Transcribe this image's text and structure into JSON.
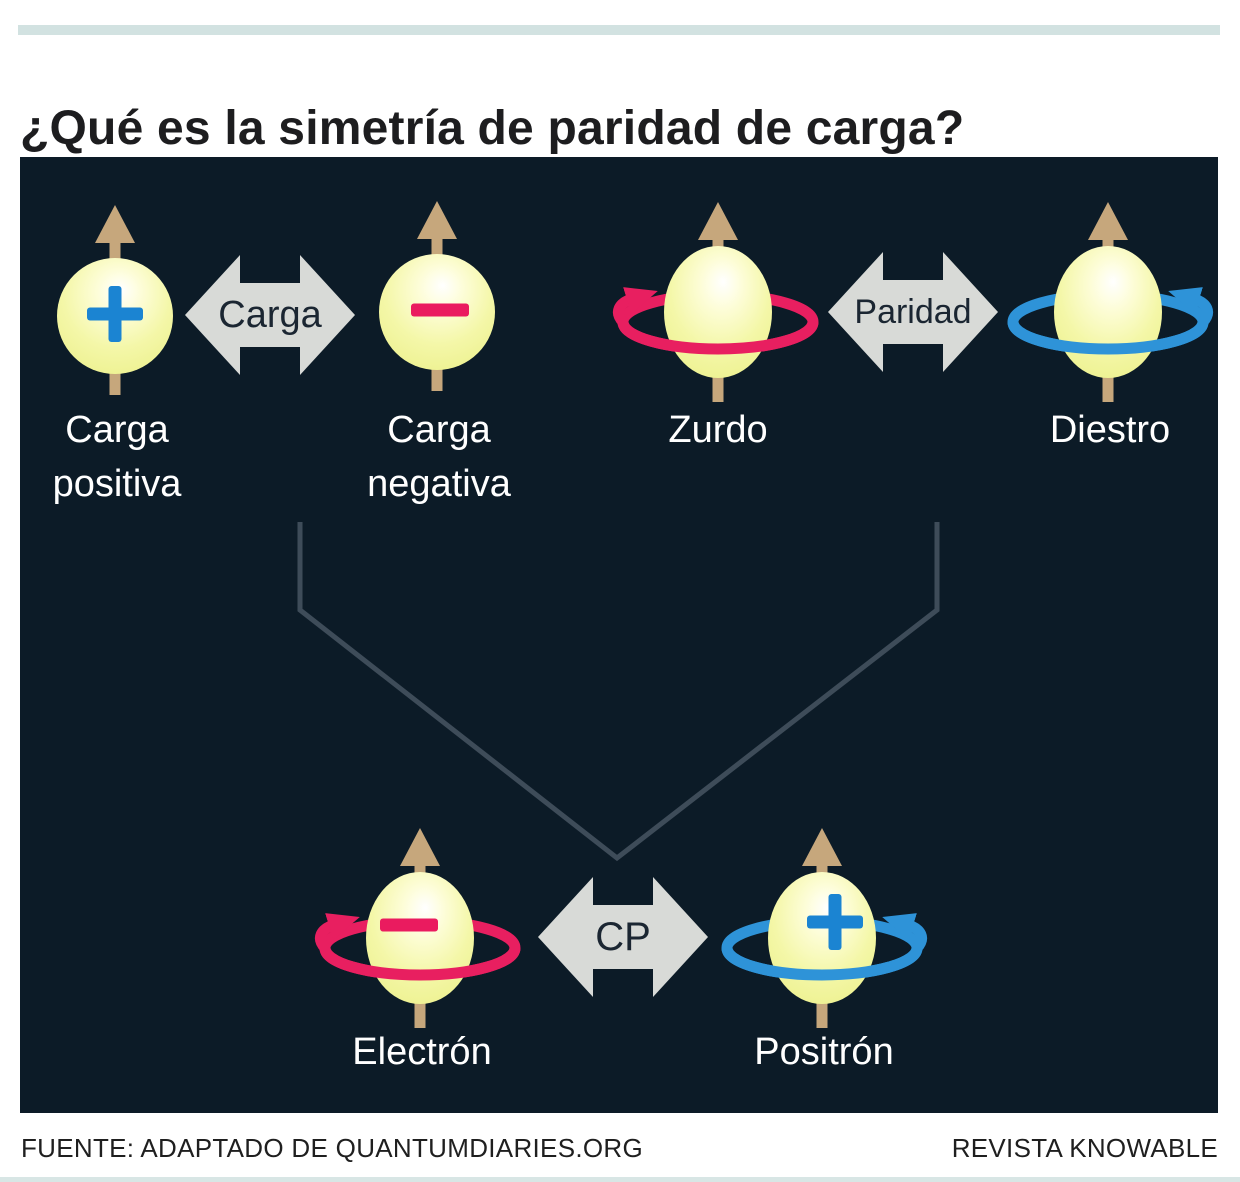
{
  "header": {
    "accent_bar_color": "#d2e2e1",
    "title": "¿Qué es la simetría de paridad de carga?"
  },
  "diagram": {
    "background_color": "#0c1b27",
    "colors": {
      "sphere_yellow": "#eef293",
      "sphere_highlight": "#ffffff",
      "spin_axis_tan": "#c6a77c",
      "positive_sign_blue": "#1b84d2",
      "negative_sign_pink": "#ea1b5f",
      "rotation_ring_pink": "#e81f60",
      "rotation_ring_blue": "#2e93d8",
      "transform_arrow_gray": "#d8dad7",
      "transform_arrow_text": "#1b2632",
      "connector_line_gray": "#3e4c59",
      "label_white": "#ffffff"
    },
    "charge_pair": {
      "left_sphere_sign": "+",
      "right_sphere_sign": "−",
      "arrow_label": "Carga",
      "left_label": "Carga positiva",
      "right_label": "Carga negativa"
    },
    "parity_pair": {
      "arrow_label": "Paridad",
      "left_label": "Zurdo",
      "right_label": "Diestro"
    },
    "cp_pair": {
      "arrow_label": "CP",
      "left_sphere_sign": "−",
      "right_sphere_sign": "+",
      "left_label": "Electrón",
      "right_label": "Positrón"
    }
  },
  "footer": {
    "source": "FUENTE: ADAPTADO DE QUANTUMDIARIES.ORG",
    "credit": "REVISTA KNOWABLE"
  }
}
